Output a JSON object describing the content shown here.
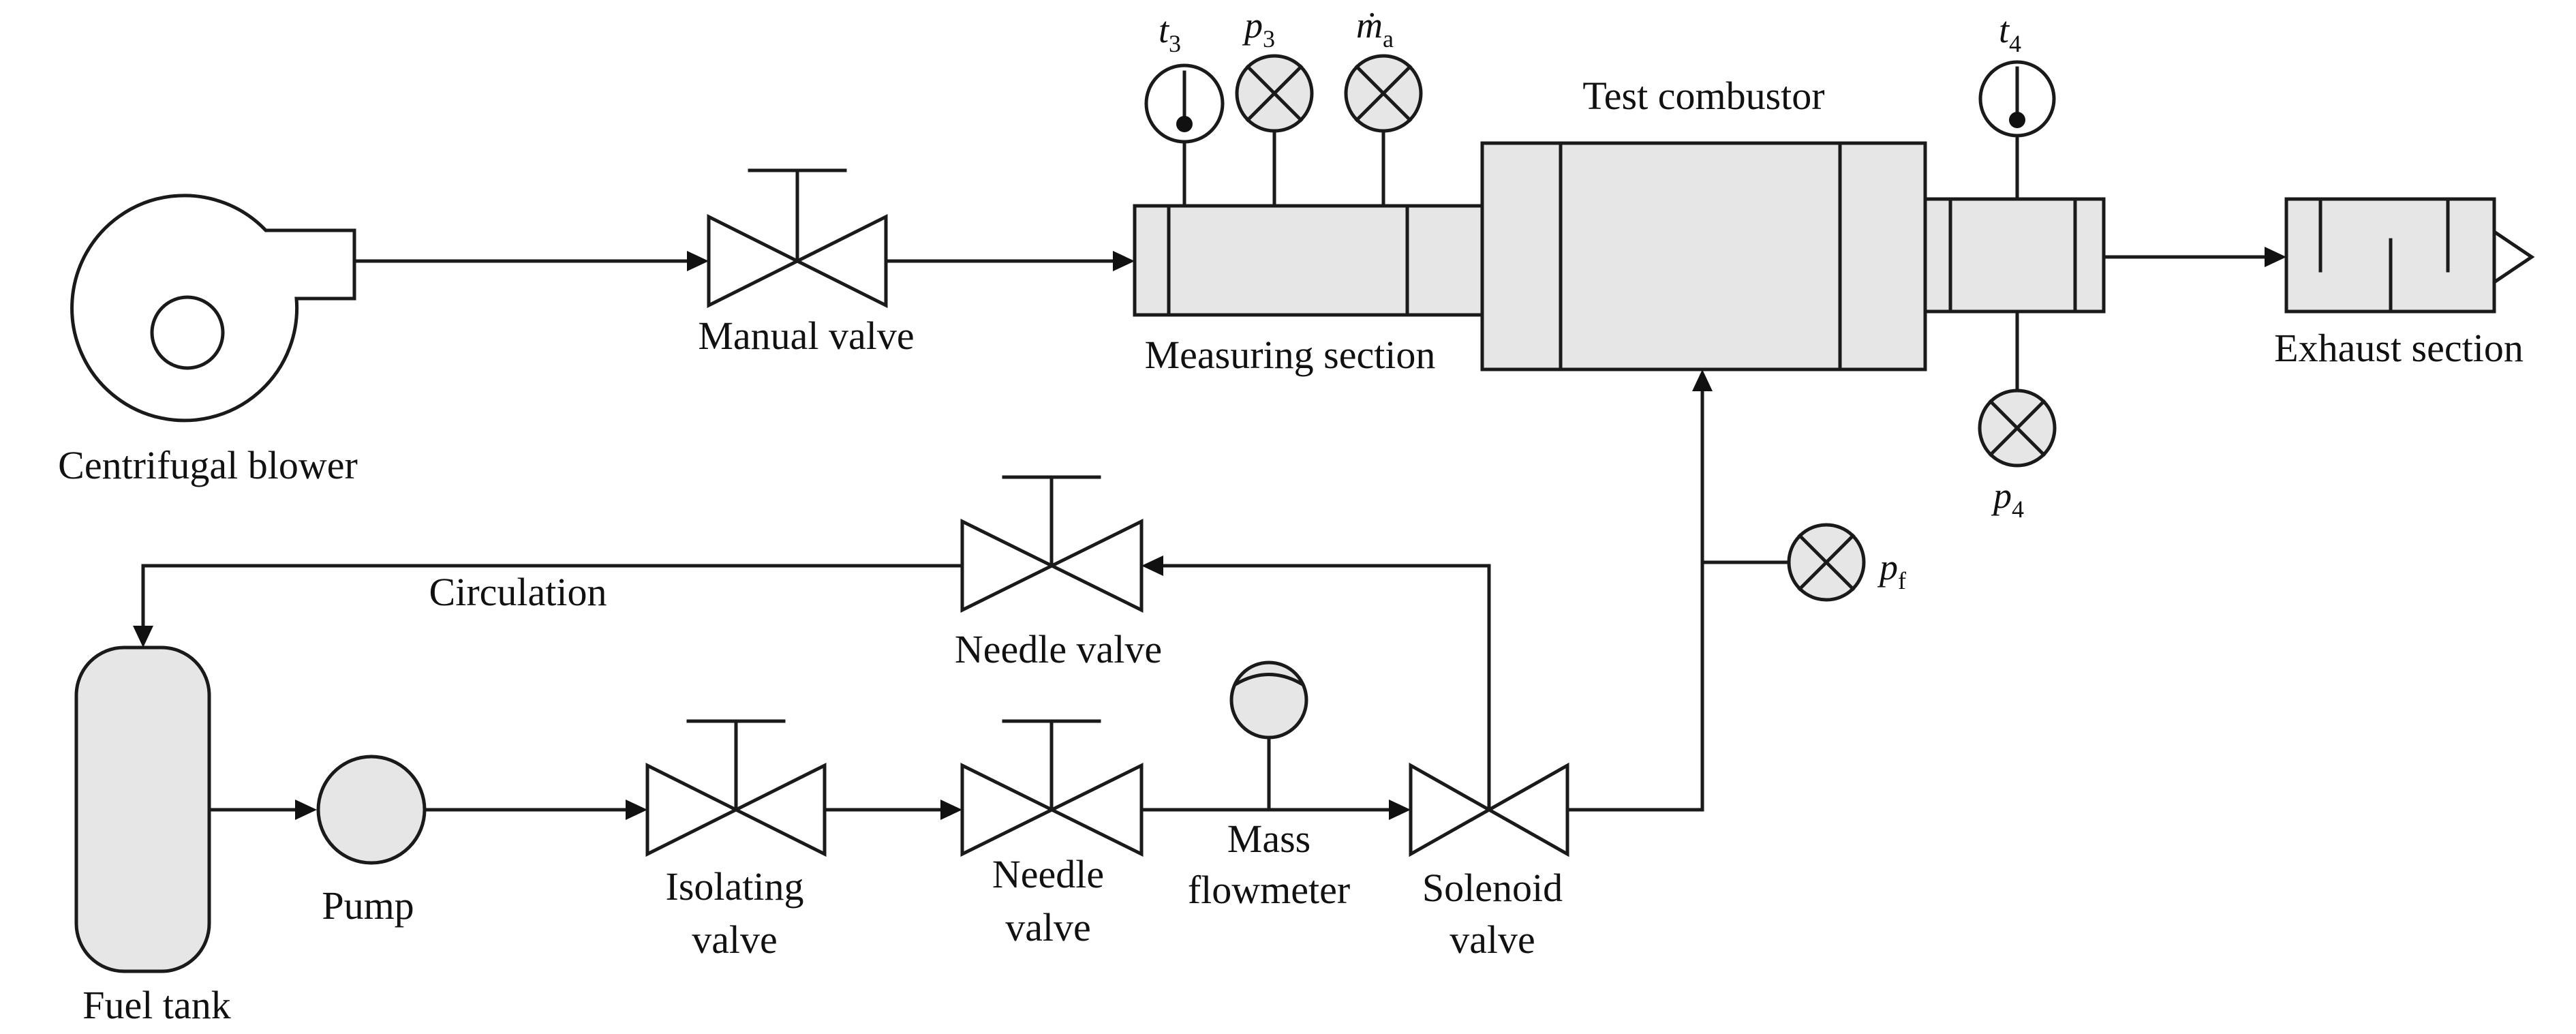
{
  "labels": {
    "blower": "Centrifugal blower",
    "manual_valve": "Manual valve",
    "measuring_section": "Measuring section",
    "test_combustor": "Test combustor",
    "exhaust_section": "Exhaust section",
    "circulation": "Circulation",
    "needle_valve_top": "Needle valve",
    "fuel_tank": "Fuel tank",
    "pump": "Pump",
    "isolating_valve_1": "Isolating",
    "isolating_valve_2": "valve",
    "needle_valve_1": "Needle",
    "needle_valve_2": "valve",
    "mass_flowmeter_1": "Mass",
    "mass_flowmeter_2": "flowmeter",
    "solenoid_valve_1": "Solenoid",
    "solenoid_valve_2": "valve"
  },
  "instruments": {
    "t3": {
      "symbol": "t",
      "sub": "3"
    },
    "p3": {
      "symbol": "p",
      "sub": "3"
    },
    "ma": {
      "symbol": "ṁ",
      "sub": "a"
    },
    "t4": {
      "symbol": "t",
      "sub": "4"
    },
    "p4": {
      "symbol": "p",
      "sub": "4"
    },
    "pf": {
      "symbol": "p",
      "sub": "f"
    }
  }
}
